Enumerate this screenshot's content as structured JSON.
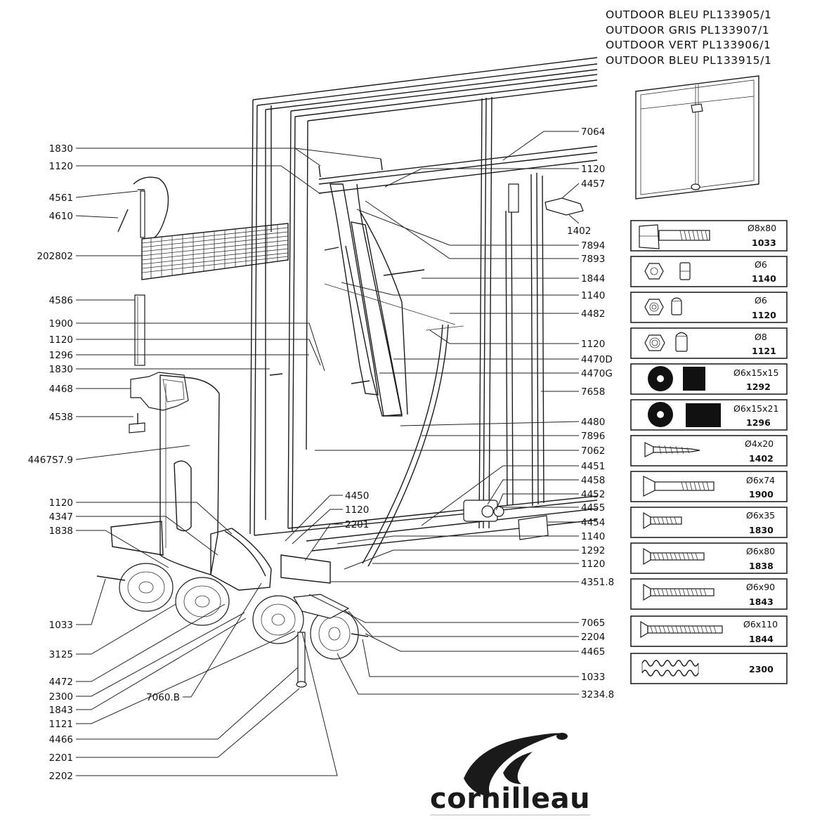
{
  "header": [
    "OUTDOOR  BLEU  PL133905/1",
    "OUTDOOR  GRIS  PL133907/1",
    "OUTDOOR  VERT  PL133906/1",
    "OUTDOOR  BLEU  PL133915/1"
  ],
  "left_labels": [
    "1830",
    "1120",
    "4561",
    "4610",
    "202802",
    "4586",
    "1900",
    "1120",
    "1296",
    "1830",
    "4468",
    "4538",
    "4467S7.9",
    "1120",
    "4347",
    "1838",
    "1033",
    "3125",
    "4472",
    "2300",
    "1843",
    "1121",
    "4466",
    "2201",
    "2202"
  ],
  "mid_labels": [
    "7060.B",
    "4450",
    "1120",
    "2201"
  ],
  "right_labels": [
    "7064",
    "1120",
    "4457",
    "1402",
    "7894",
    "7893",
    "1844",
    "1140",
    "4482",
    "1120",
    "4470D",
    "4470G",
    "7658",
    "4480",
    "7896",
    "7062",
    "4451",
    "4458",
    "4452",
    "4455",
    "4454",
    "1140",
    "1292",
    "1120",
    "4351.8",
    "7065",
    "2204",
    "4465",
    "1033",
    "3234.8"
  ],
  "hardware": [
    {
      "spec": "Ø8x80",
      "code": "1033",
      "icon": "bolt-icon"
    },
    {
      "spec": "Ø6",
      "code": "1140",
      "icon": "hex-nut-icon"
    },
    {
      "spec": "Ø6",
      "code": "1120",
      "icon": "lock-nut-icon"
    },
    {
      "spec": "Ø8",
      "code": "1121",
      "icon": "lock-nut-icon"
    },
    {
      "spec": "Ø6x15x15",
      "code": "1292",
      "icon": "washer-icon"
    },
    {
      "spec": "Ø6x15x21",
      "code": "1296",
      "icon": "washer-icon"
    },
    {
      "spec": "Ø4x20",
      "code": "1402",
      "icon": "wood-screw-icon"
    },
    {
      "spec": "Ø6x74",
      "code": "1900",
      "icon": "countersunk-screw-icon"
    },
    {
      "spec": "Ø6x35",
      "code": "1830",
      "icon": "screw-icon"
    },
    {
      "spec": "Ø6x80",
      "code": "1838",
      "icon": "screw-icon"
    },
    {
      "spec": "Ø6x90",
      "code": "1843",
      "icon": "screw-icon"
    },
    {
      "spec": "Ø6x110",
      "code": "1844",
      "icon": "screw-icon"
    },
    {
      "spec": "",
      "code": "2300",
      "icon": "spring-icon"
    }
  ],
  "brand": "cornilleau"
}
